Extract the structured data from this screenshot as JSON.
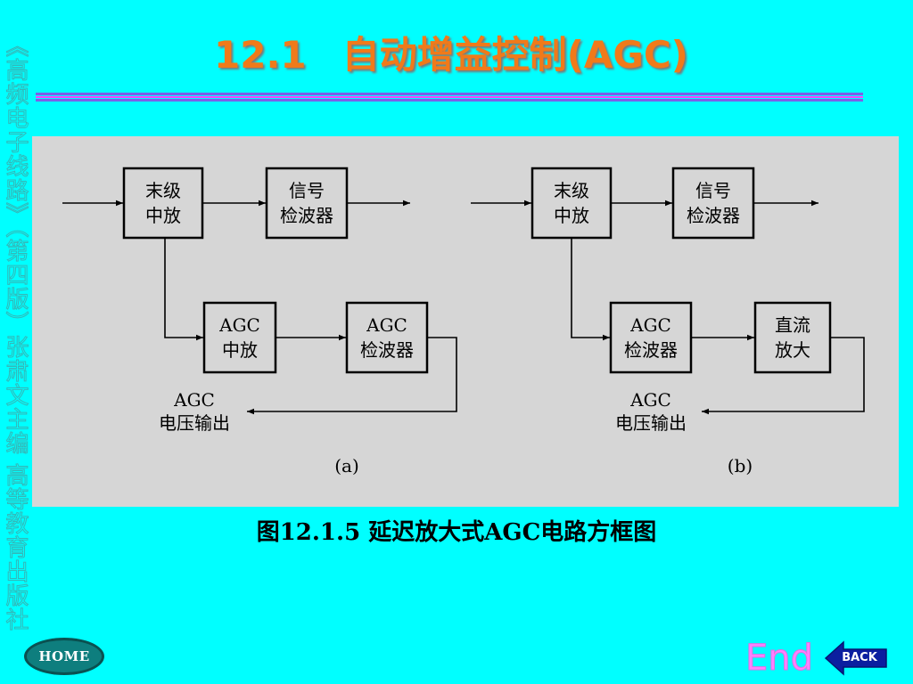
{
  "sidebar": {
    "text": "《高频电子线路》（第四版）张肃文主编 高等教育出版社"
  },
  "header": {
    "number": "12.1",
    "title": "自动增益控制(AGC)"
  },
  "figure": {
    "caption": "图12.1.5   延迟放大式AGC电路方框图",
    "a": {
      "label": "(a)",
      "final_if_l1": "末级",
      "final_if_l2": "中放",
      "sig_det_l1": "信号",
      "sig_det_l2": "检波器",
      "agc_if_l1": "AGC",
      "agc_if_l2": "中放",
      "agc_det_l1": "AGC",
      "agc_det_l2": "检波器",
      "out_l1": "AGC",
      "out_l2": "电压输出"
    },
    "b": {
      "label": "(b)",
      "final_if_l1": "末级",
      "final_if_l2": "中放",
      "sig_det_l1": "信号",
      "sig_det_l2": "检波器",
      "agc_det_l1": "AGC",
      "agc_det_l2": "检波器",
      "dc_amp_l1": "直流",
      "dc_amp_l2": "放大",
      "out_l1": "AGC",
      "out_l2": "电压输出"
    }
  },
  "nav": {
    "home": "HOME",
    "end": "End",
    "back": "BACK"
  },
  "colors": {
    "background": "#00FFFF",
    "title": "#F07A1A",
    "figure_bg": "#D6D6D6",
    "end": "#FF80FF"
  }
}
